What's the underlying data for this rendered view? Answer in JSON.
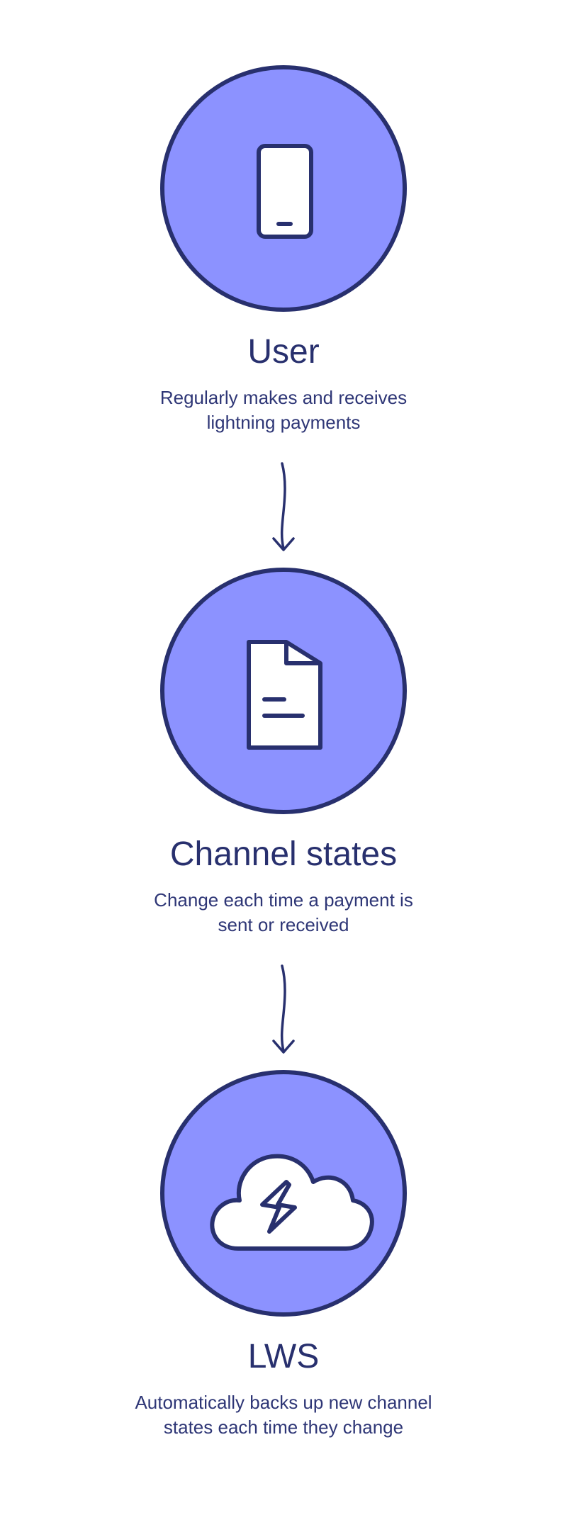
{
  "steps": [
    {
      "title": "User",
      "description_line1": "Regularly makes and receives",
      "description_line2": "lightning payments",
      "icon": "phone-icon"
    },
    {
      "title": "Channel states",
      "description_line1": "Change each time a payment is",
      "description_line2": "sent or received",
      "icon": "document-icon"
    },
    {
      "title": "LWS",
      "description_line1": "Automatically backs up new channel",
      "description_line2": "states each time they change",
      "icon": "cloud-lightning-icon"
    }
  ],
  "colors": {
    "circle_fill": "#8c92ff",
    "stroke": "#28306e",
    "icon_fill": "#ffffff",
    "text": "#2a3270"
  }
}
